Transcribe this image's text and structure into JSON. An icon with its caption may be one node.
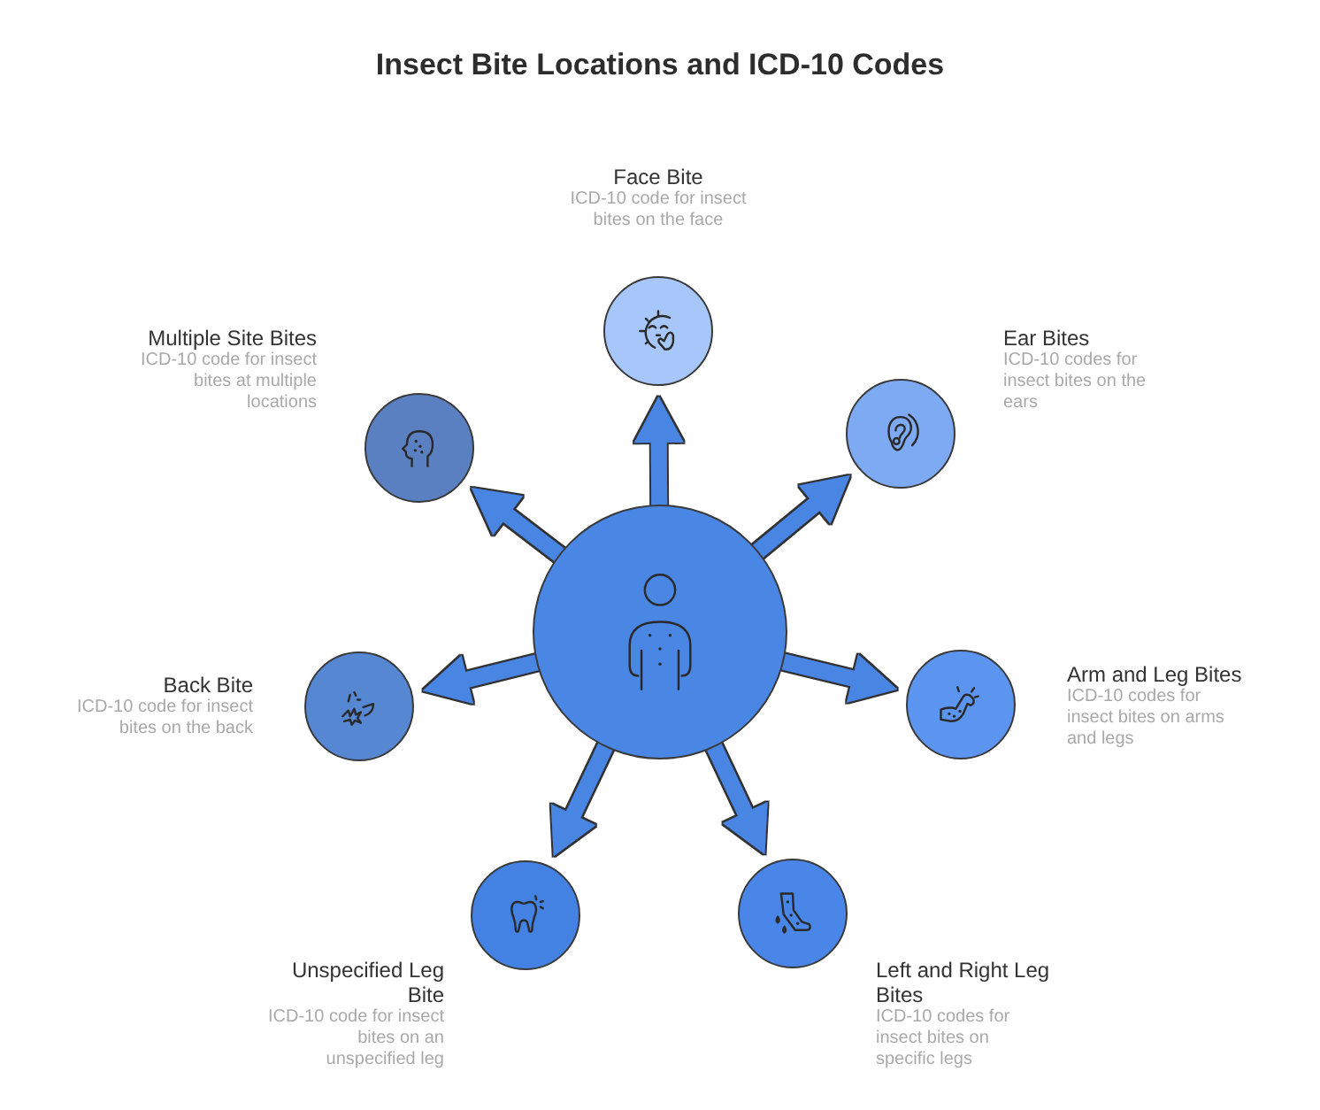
{
  "diagram": {
    "title": "Insect Bite Locations and ICD-10 Codes",
    "nodes": [
      {
        "text": [],
        "shape": "circle"
      },
      {
        "text": [
          "Face Bite",
          "ICD-10 code for insect bites on the face"
        ]
      },
      {
        "text": [
          "Ear Bites",
          "ICD-10 codes for insect bites on the ears"
        ]
      },
      {
        "text": [
          "Arm and Leg Bites",
          "ICD-10 codes for insect bites on arms and legs"
        ]
      },
      {
        "text": [
          "Left and Right Leg Bites",
          "ICD-10 codes for insect bites on specific legs"
        ]
      },
      {
        "text": [
          "Unspecified Leg Bite",
          "ICD-10 code for insect bites on an unspecified leg"
        ]
      },
      {
        "text": [
          "Back Bite",
          "ICD-10 code for insect bites on the back"
        ]
      },
      {
        "text": [
          "Multiple Site Bites",
          "ICD-10 code for insect bites at multiple locations"
        ]
      }
    ],
    "edges": [
      {
        "from": 0,
        "to": 1,
        "arrow": "to"
      },
      {
        "from": 0,
        "to": 2,
        "arrow": "to"
      },
      {
        "from": 0,
        "to": 3,
        "arrow": "to"
      },
      {
        "from": 0,
        "to": 4,
        "arrow": "to"
      },
      {
        "from": 0,
        "to": 5,
        "arrow": "to"
      },
      {
        "from": 0,
        "to": 6,
        "arrow": "to"
      },
      {
        "from": 0,
        "to": 7,
        "arrow": "to"
      }
    ]
  }
}
